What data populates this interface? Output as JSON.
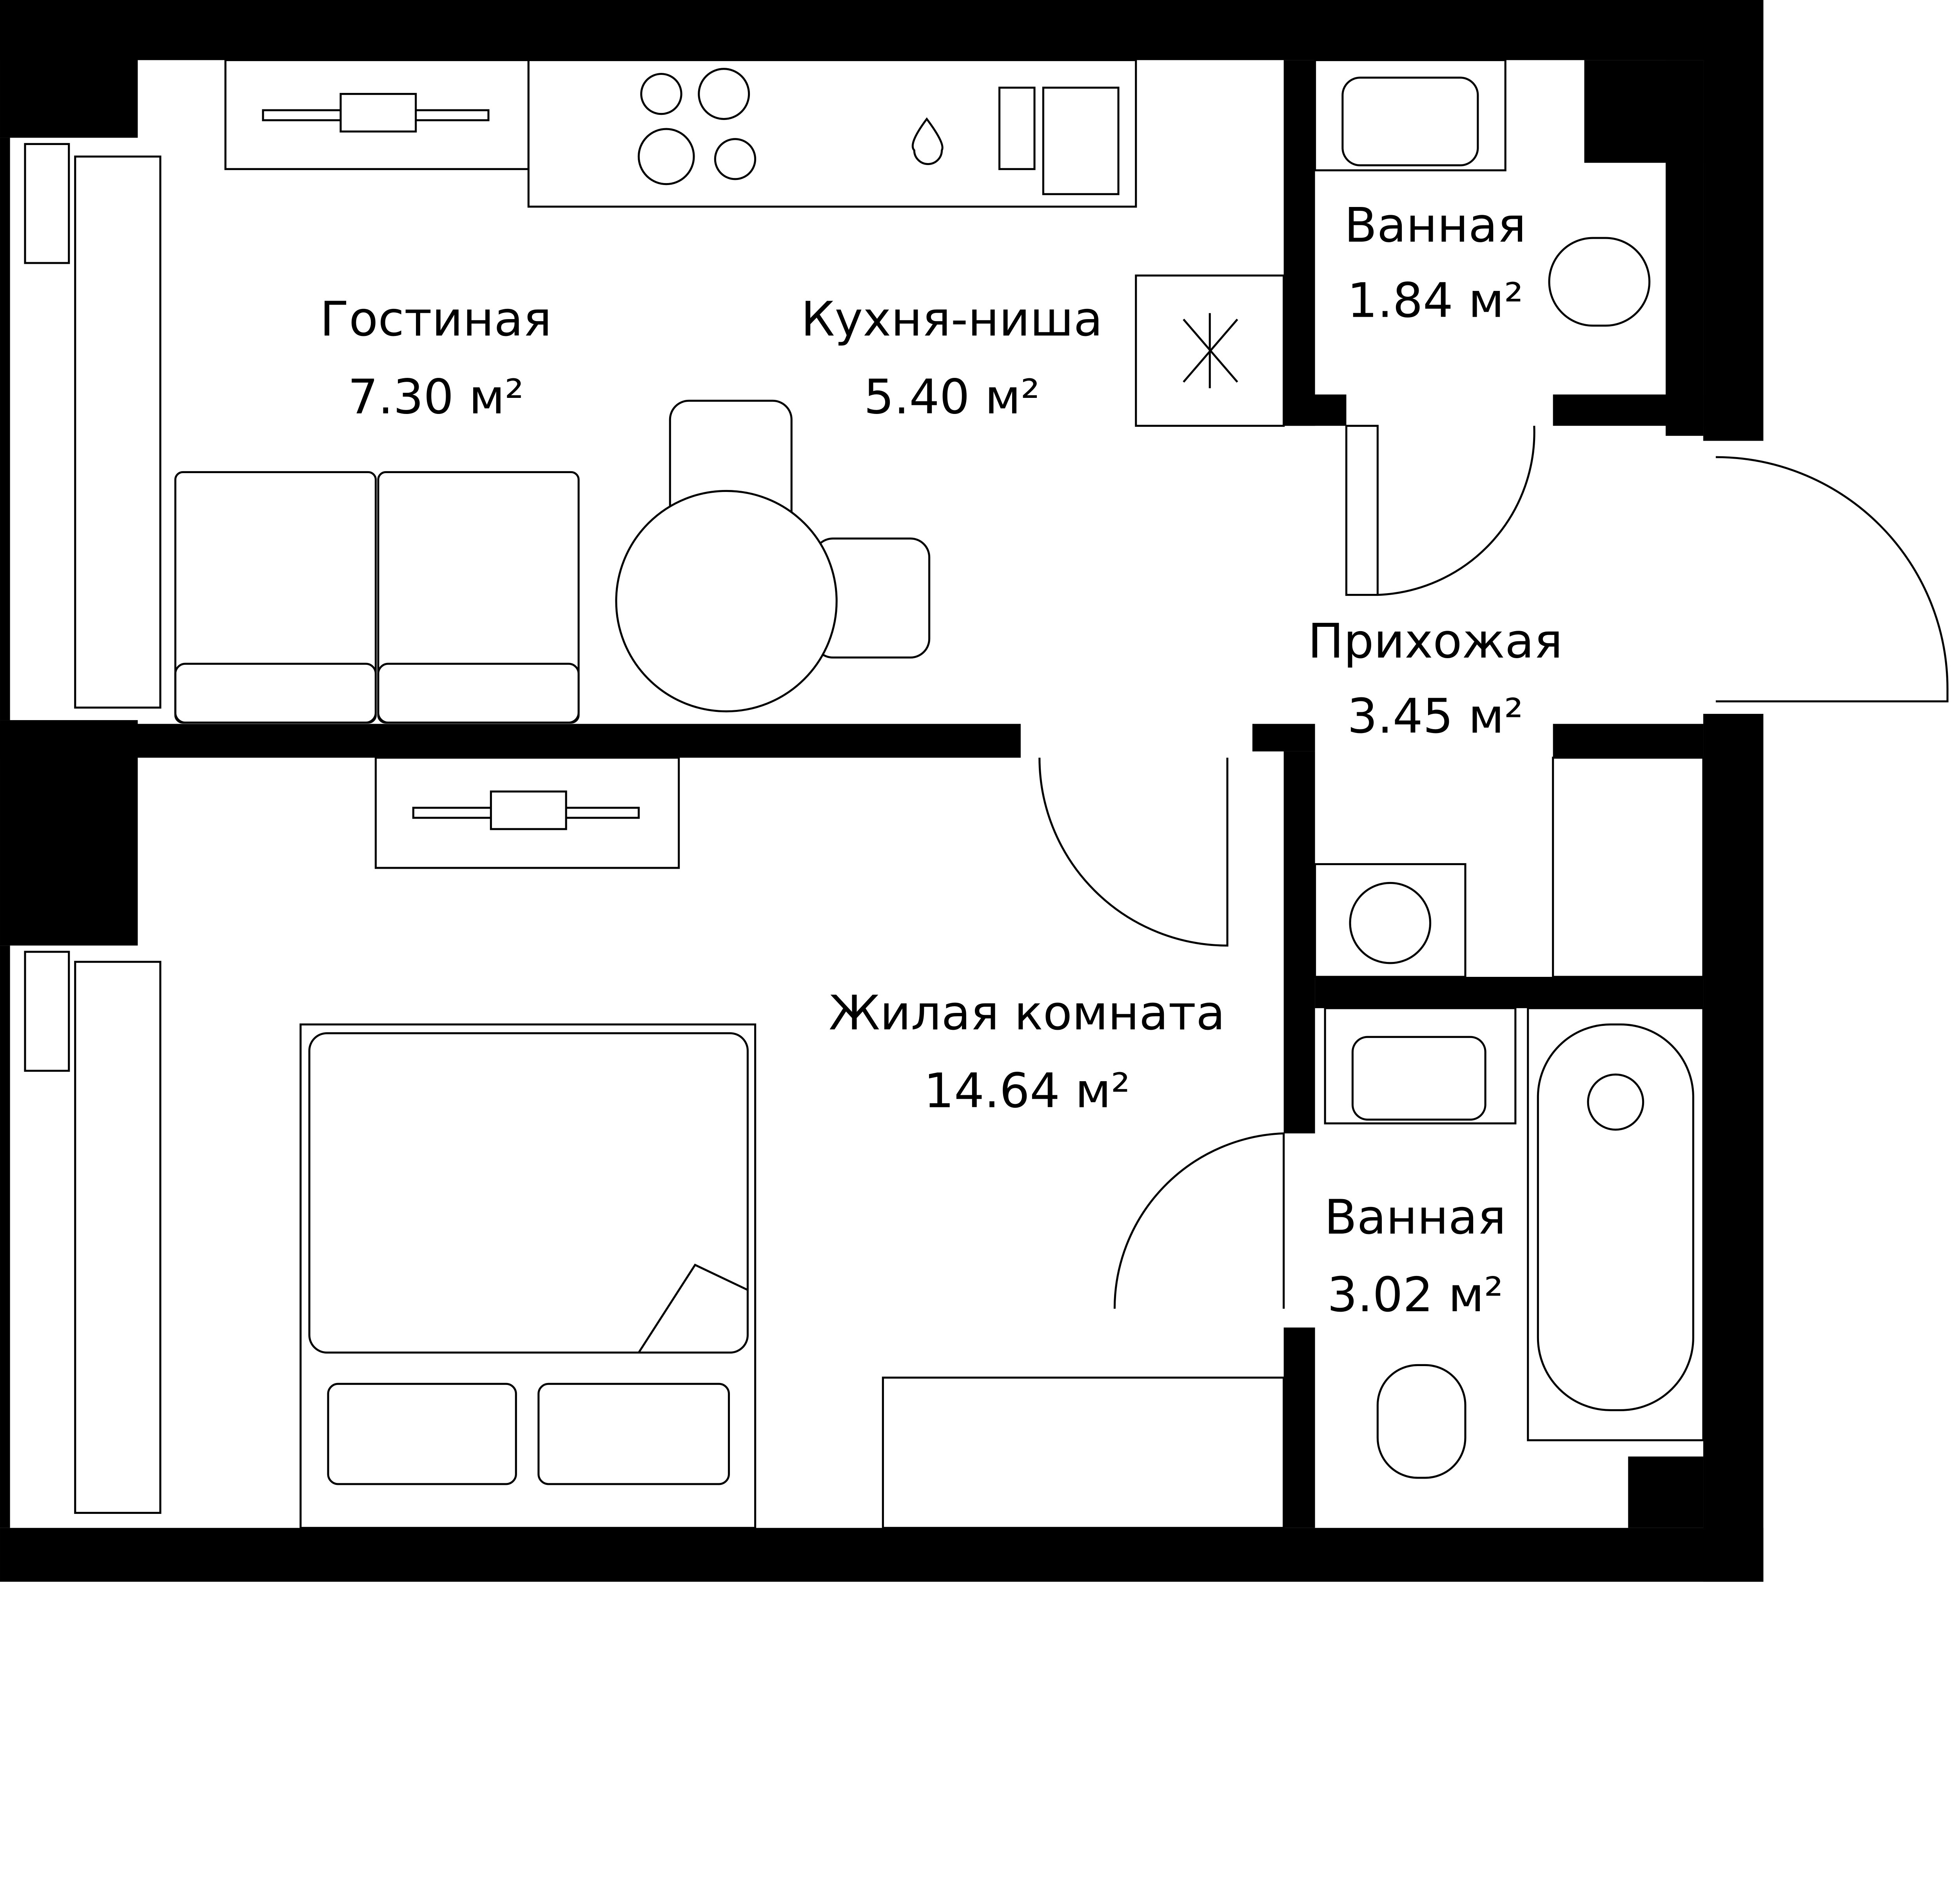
{
  "plan": {
    "colors": {
      "walls": "#000000",
      "background": "#ffffff"
    },
    "rooms": [
      {
        "name": "Гостиная",
        "area": "7.30 м²"
      },
      {
        "name": "Кухня-ниша",
        "area": "5.40 м²"
      },
      {
        "name": "Ванная",
        "area": "1.84 м²"
      },
      {
        "name": "Прихожая",
        "area": "3.45 м²"
      },
      {
        "name": "Жилая комната",
        "area": "14.64 м²"
      },
      {
        "name": "Ванная",
        "area": "3.02 м²"
      }
    ]
  }
}
